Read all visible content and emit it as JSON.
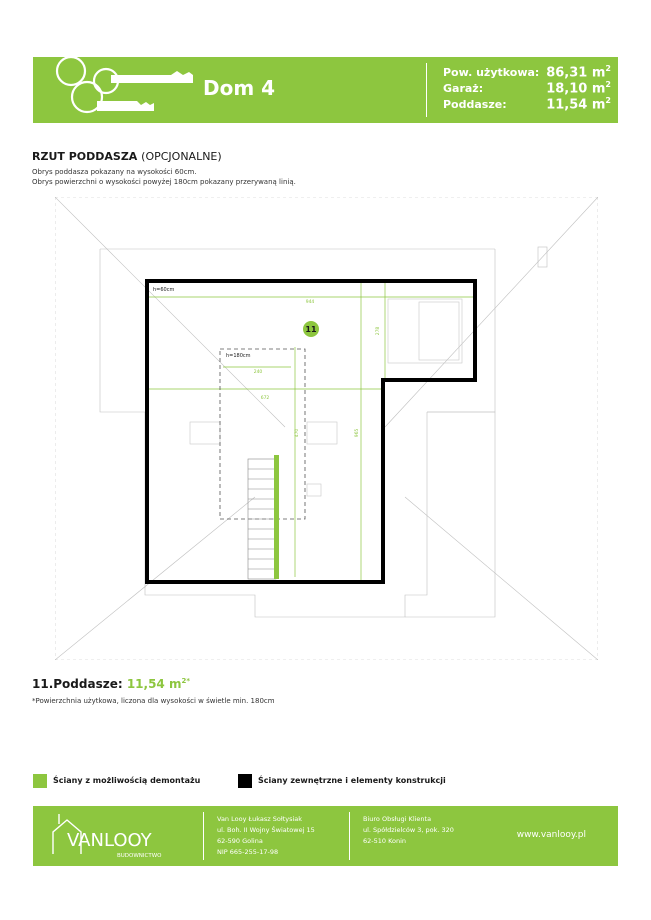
{
  "header": {
    "title": "Dom 4",
    "stats": [
      {
        "label": "Pow. użytkowa:",
        "value": "86,31 m",
        "unit_sup": "2"
      },
      {
        "label": "Garaż:",
        "value": "18,10 m",
        "unit_sup": "2"
      },
      {
        "label": "Poddasze:",
        "value": "11,54 m",
        "unit_sup": "2"
      }
    ]
  },
  "section": {
    "title": "RZUT PODDASZA",
    "title_suffix": "(OPCJONALNE)",
    "note1": "Obrys poddasza pokazany na wysokości 60cm.",
    "note2": "Obrys powierzchni o wysokości powyżej 180cm pokazany przerywaną linią."
  },
  "plan": {
    "label_h60": "h=60cm",
    "label_h180": "h=180cm",
    "room_number": "11",
    "dims": {
      "d944": "944",
      "d278": "278",
      "d240": "240",
      "d672": "672",
      "d470": "470",
      "d965": "965"
    }
  },
  "summary": {
    "label": "11.Poddasze:",
    "value": "11,54 m",
    "value_sup": "2*",
    "footnote": "*Powierzchnia użytkowa, liczona dla wysokości w świetle min. 180cm"
  },
  "legend": [
    {
      "label": "Ściany z możliwością demontażu",
      "color": "#8dc63f"
    },
    {
      "label": "Ściany zewnętrzne i elementy konstrukcji",
      "color": "#000000"
    }
  ],
  "footer": {
    "logo_text": "VANLOOY",
    "logo_sub": "BUDOWNICTWO",
    "company": [
      "Van Looy Łukasz Sołtysiak",
      "ul. Boh. II Wojny Światowej 15",
      "62-590 Golina",
      "NIP 665-255-17-98"
    ],
    "office": [
      "Biuro Obsługi Klienta",
      "ul. Spółdzielców 3, pok. 320",
      "62-510 Konin"
    ],
    "website": "www.vanlooy.pl"
  },
  "colors": {
    "accent": "#8dc63f",
    "wall": "#000000"
  }
}
